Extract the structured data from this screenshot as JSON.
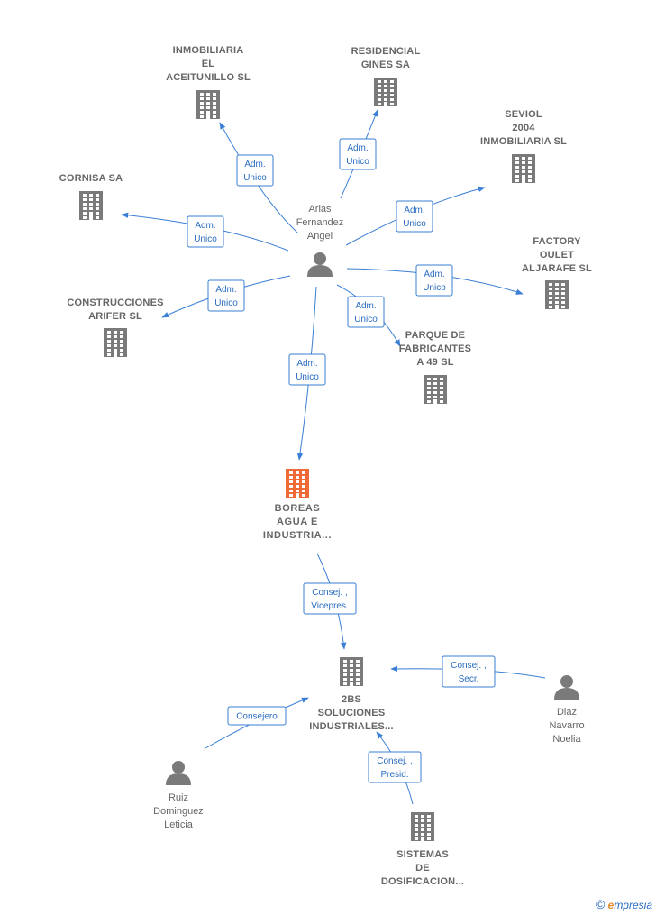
{
  "nodes": {
    "inmobiliaria_aceitunillo": {
      "kind": "company",
      "lines": [
        "INMOBILIARIA",
        "EL",
        "ACEITUNILLO SL"
      ]
    },
    "residencial_gines": {
      "kind": "company",
      "lines": [
        "RESIDENCIAL",
        "GINES SA"
      ]
    },
    "seviol_2004": {
      "kind": "company",
      "lines": [
        "SEVIOL",
        "2004",
        "INMOBILIARIA SL"
      ]
    },
    "cornisa": {
      "kind": "company",
      "lines": [
        "CORNISA SA"
      ]
    },
    "factory_oulet": {
      "kind": "company",
      "lines": [
        "FACTORY",
        "OULET",
        "ALJARAFE SL"
      ]
    },
    "construcciones_arifer": {
      "kind": "company",
      "lines": [
        "CONSTRUCCIONES",
        "ARIFER SL"
      ]
    },
    "parque_fabricantes": {
      "kind": "company",
      "lines": [
        "PARQUE DE",
        "FABRICANTES",
        "A 49 SL"
      ]
    },
    "arias_fernandez": {
      "kind": "person",
      "lines": [
        "Arias",
        "Fernandez",
        "Angel"
      ]
    },
    "boreas": {
      "kind": "focus",
      "lines": [
        "BOREAS",
        "AGUA E",
        "INDUSTRIA..."
      ]
    },
    "2bs": {
      "kind": "company",
      "lines": [
        "2BS",
        "SOLUCIONES",
        "INDUSTRIALES..."
      ]
    },
    "diaz_navarro": {
      "kind": "person",
      "lines": [
        "Diaz",
        "Navarro",
        "Noelia"
      ]
    },
    "ruiz_dominguez": {
      "kind": "person",
      "lines": [
        "Ruiz",
        "Dominguez",
        "Leticia"
      ]
    },
    "sistemas_dosificacion": {
      "kind": "company",
      "lines": [
        "SISTEMAS",
        "DE",
        "DOSIFICACION..."
      ]
    }
  },
  "edges": [
    {
      "id": "e1",
      "from": "arias_fernandez",
      "to": "inmobiliaria_aceitunillo",
      "lines": [
        "Adm.",
        "Unico"
      ]
    },
    {
      "id": "e2",
      "from": "arias_fernandez",
      "to": "residencial_gines",
      "lines": [
        "Adm.",
        "Unico"
      ]
    },
    {
      "id": "e3",
      "from": "arias_fernandez",
      "to": "seviol_2004",
      "lines": [
        "Adm.",
        "Unico"
      ]
    },
    {
      "id": "e4",
      "from": "arias_fernandez",
      "to": "cornisa",
      "lines": [
        "Adm.",
        "Unico"
      ]
    },
    {
      "id": "e5",
      "from": "arias_fernandez",
      "to": "factory_oulet",
      "lines": [
        "Adm.",
        "Unico"
      ]
    },
    {
      "id": "e6",
      "from": "arias_fernandez",
      "to": "construcciones_arifer",
      "lines": [
        "Adm.",
        "Unico"
      ]
    },
    {
      "id": "e7",
      "from": "arias_fernandez",
      "to": "parque_fabricantes",
      "lines": [
        "Adm.",
        "Unico"
      ]
    },
    {
      "id": "e8",
      "from": "arias_fernandez",
      "to": "boreas",
      "lines": [
        "Adm.",
        "Unico"
      ]
    },
    {
      "id": "e9",
      "from": "boreas",
      "to": "2bs",
      "lines": [
        "Consej. ,",
        "Vicepres."
      ]
    },
    {
      "id": "e10",
      "from": "diaz_navarro",
      "to": "2bs",
      "lines": [
        "Consej. ,",
        "Secr."
      ]
    },
    {
      "id": "e11",
      "from": "ruiz_dominguez",
      "to": "2bs",
      "lines": [
        "Consejero"
      ]
    },
    {
      "id": "e12",
      "from": "sistemas_dosificacion",
      "to": "2bs",
      "lines": [
        "Consej. ,",
        "Presid."
      ]
    }
  ],
  "colors": {
    "edge": "#3a7fd5",
    "company_icon": "#7a7a7a",
    "focus_icon": "#f06a35",
    "person_icon": "#7a7a7a",
    "label": "#666666"
  },
  "footer": {
    "copyright": "©",
    "brand_first": "e",
    "brand_rest": "mpresia"
  }
}
